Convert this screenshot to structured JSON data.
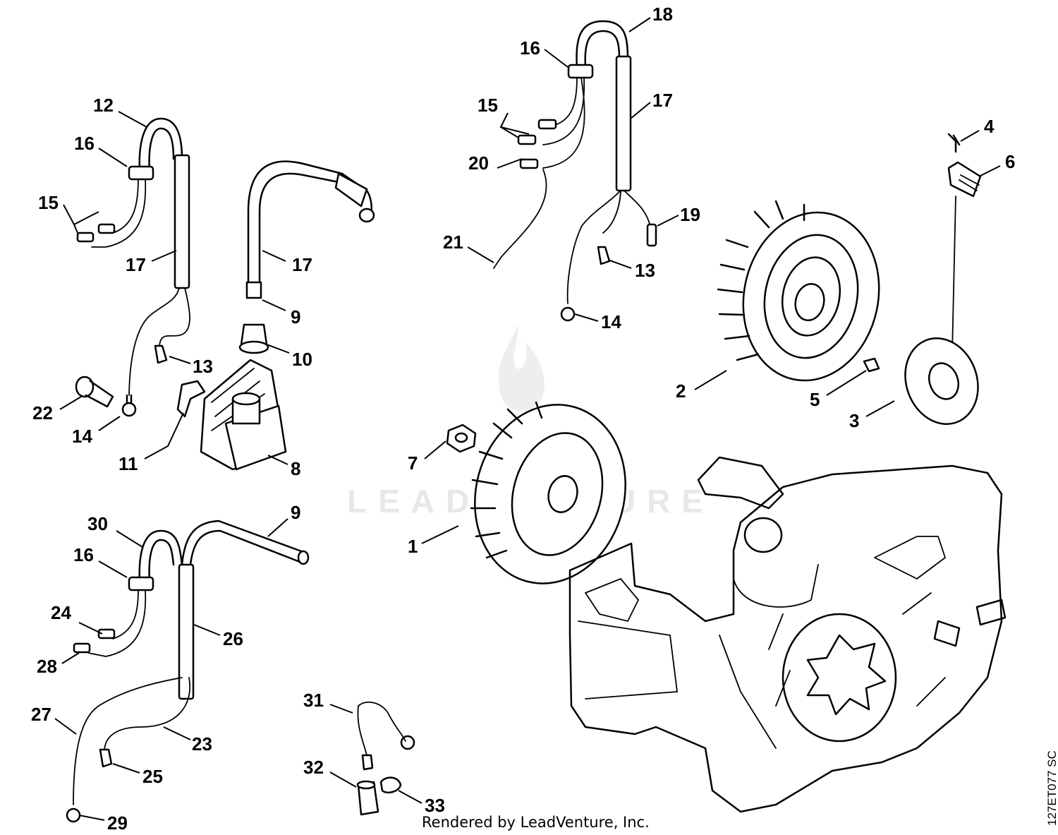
{
  "diagram": {
    "callouts": [
      {
        "label": "12"
      },
      {
        "label": "16"
      },
      {
        "label": "15"
      },
      {
        "label": "17"
      },
      {
        "label": "13"
      },
      {
        "label": "22"
      },
      {
        "label": "14"
      },
      {
        "label": "17"
      },
      {
        "label": "9"
      },
      {
        "label": "10"
      },
      {
        "label": "11"
      },
      {
        "label": "8"
      },
      {
        "label": "18"
      },
      {
        "label": "16"
      },
      {
        "label": "15"
      },
      {
        "label": "17"
      },
      {
        "label": "20"
      },
      {
        "label": "21"
      },
      {
        "label": "19"
      },
      {
        "label": "13"
      },
      {
        "label": "14"
      },
      {
        "label": "4"
      },
      {
        "label": "6"
      },
      {
        "label": "2"
      },
      {
        "label": "5"
      },
      {
        "label": "3"
      },
      {
        "label": "7"
      },
      {
        "label": "1"
      },
      {
        "label": "30"
      },
      {
        "label": "9"
      },
      {
        "label": "16"
      },
      {
        "label": "24"
      },
      {
        "label": "26"
      },
      {
        "label": "28"
      },
      {
        "label": "27"
      },
      {
        "label": "23"
      },
      {
        "label": "25"
      },
      {
        "label": "29"
      },
      {
        "label": "31"
      },
      {
        "label": "32"
      },
      {
        "label": "33"
      }
    ],
    "credit": "Rendered by LeadVenture, Inc.",
    "drawing_code": "127ET077 SC",
    "watermark": "LEADVENTURE"
  }
}
